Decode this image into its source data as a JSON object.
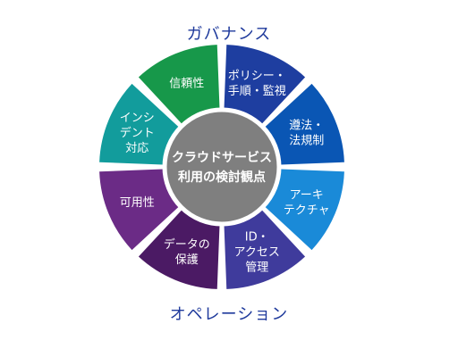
{
  "diagram": {
    "top_label": "ガバナンス",
    "bottom_label": "オペレーション",
    "center": {
      "lines": [
        "クラウドサービス",
        "利用の検討観点"
      ],
      "color": "#7f7f7f"
    },
    "segments": [
      {
        "id": "policy",
        "lines": [
          "ポリシー・",
          "手順・監視"
        ],
        "color": "#1e3ea0"
      },
      {
        "id": "compliance",
        "lines": [
          "遵法・",
          "法規制"
        ],
        "color": "#0a56b4"
      },
      {
        "id": "architecture",
        "lines": [
          "アーキ",
          "テクチャ"
        ],
        "color": "#1a8ad8"
      },
      {
        "id": "identity",
        "lines": [
          "ID・",
          "アクセス",
          "管理"
        ],
        "color": "#3f3b9c"
      },
      {
        "id": "data-protection",
        "lines": [
          "データの",
          "保護"
        ],
        "color": "#4b1a64"
      },
      {
        "id": "availability",
        "lines": [
          "可用性"
        ],
        "color": "#6b2b86"
      },
      {
        "id": "incident",
        "lines": [
          "インシ",
          "デント",
          "対応"
        ],
        "color": "#129c9c"
      },
      {
        "id": "reliability",
        "lines": [
          "信頼性"
        ],
        "color": "#17984a"
      }
    ]
  }
}
